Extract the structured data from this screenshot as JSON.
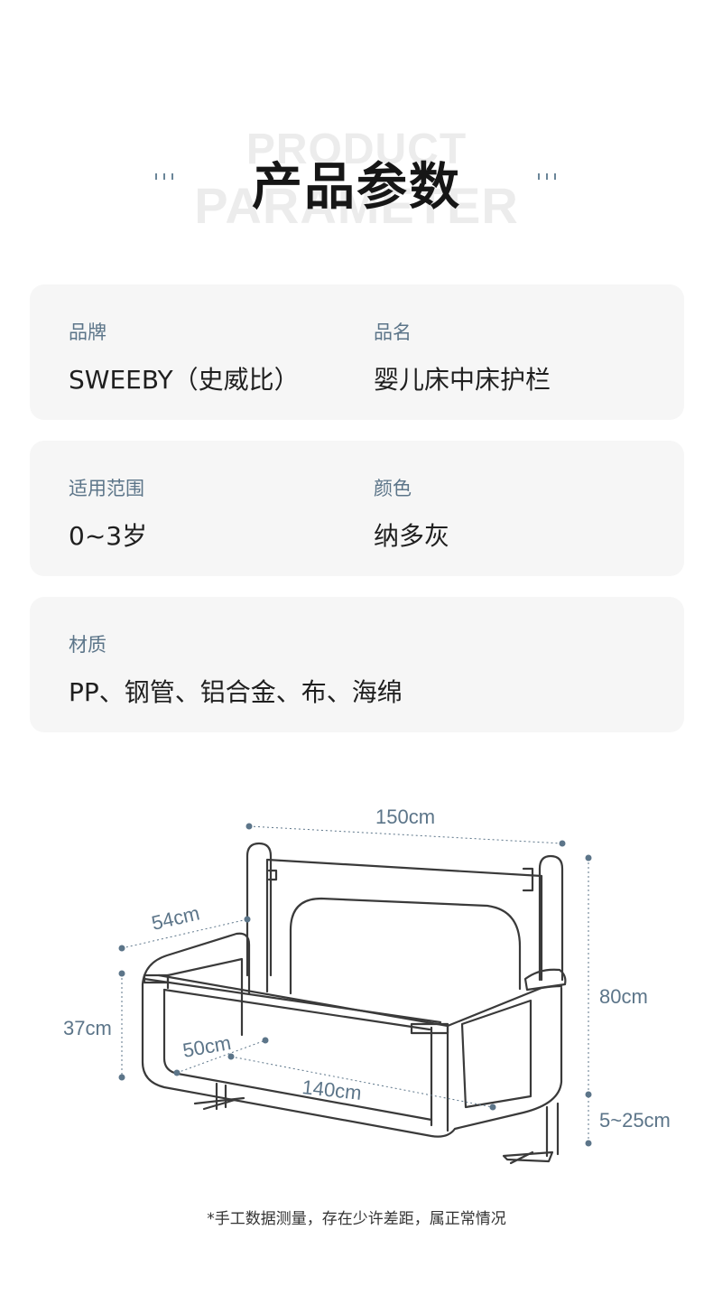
{
  "header": {
    "bg_line1": "PRODUCT",
    "bg_line2": "PARAMETER",
    "title": "产品参数"
  },
  "specs": {
    "brand_label": "品牌",
    "brand_value": "SWEEBY（史威比）",
    "name_label": "品名",
    "name_value": "婴儿床中床护栏",
    "age_label": "适用范围",
    "age_value": "0~3岁",
    "color_label": "颜色",
    "color_value": "纳多灰",
    "material_label": "材质",
    "material_value": "PP、钢管、铝合金、布、海绵"
  },
  "dimensions": {
    "width_top": "150cm",
    "depth_side": "54cm",
    "height_total": "80cm",
    "height_front": "37cm",
    "depth_inner": "50cm",
    "length_inner": "140cm",
    "leg_range": "5~25cm"
  },
  "footnote": "*手工数据测量，存在少许差距，属正常情况",
  "colors": {
    "accent": "#5c7589",
    "card_bg": "#f6f6f6",
    "line": "#3a3a3a"
  }
}
